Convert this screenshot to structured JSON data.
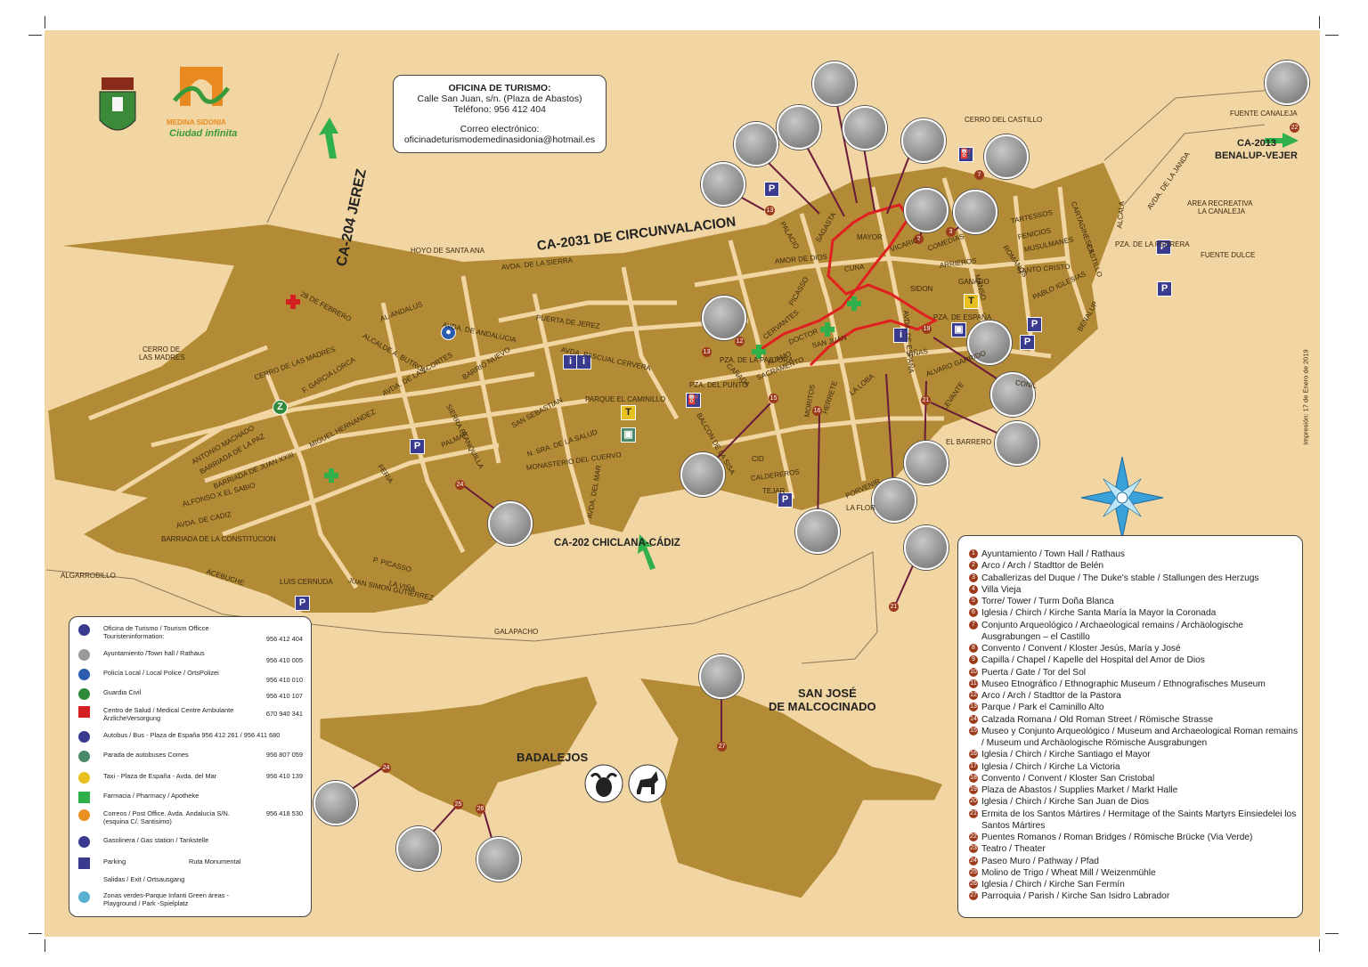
{
  "office": {
    "title": "OFICINA DE TURISMO:",
    "address": "Calle San Juan, s/n. (Plaza de Abastos)",
    "phone": "Teléfono: 956 412 404",
    "email_label": "Correo electrónico:",
    "email": "oficinadeturismodemedinasidonia@hotmail.es"
  },
  "logo": {
    "line1": "MEDINA SIDONIA",
    "line2": "Ciudad infinita"
  },
  "roads": {
    "jerez": "CA-204 JEREZ",
    "circunvalacion": "CA-2031 DE CIRCUNVALACION",
    "chiclana": "CA-202 CHICLANA-CÁDIZ",
    "benalup_code": "CA-2013",
    "benalup_name": "BENALUP-VEJER"
  },
  "areas": {
    "badalejos": "BADALEJOS",
    "san_jose_1": "SAN JOSÉ",
    "san_jose_2": "DE MALCOCINADO",
    "algarrobillo": "ALGARROBILLO",
    "galapacho": "GALAPACHO",
    "hoyo": "HOYO DE SANTA ANA",
    "cerro_madres_1": "CERRO DE",
    "cerro_madres_2": "LAS MADRES",
    "cerro_castillo": "CERRO DEL CASTILLO",
    "fuente_canaleja": "FUENTE CANALEJA",
    "area_rec_1": "AREA RECREATIVA",
    "area_rec_2": "LA CANALEJA",
    "fuente_dulce": "FUENTE DULCE",
    "el_barrero": "EL BARRERO",
    "parque": "PARQUE EL CAMINILLO",
    "pza_pedrera": "PZA. DE LA PEDRERA"
  },
  "streets": [
    "AVDA. DE LA SIERRA",
    "PUERTA DE JEREZ",
    "AVDA. PASCUAL CERVERA",
    "AVDA. DE ANDALUCIA",
    "AL-ANDALUS",
    "ALCALDE A. BUTRON",
    "AVDA. DE LAS CORTES",
    "CERRO DE LAS MADRES",
    "28 DE FEBRERO",
    "F. GARCIA LORCA",
    "ANTONIO MACHADO",
    "BARRIADA DE LA PAZ",
    "MIGUEL HERNANDEZ",
    "BARRIADA DE JUAN XXIII",
    "ALFONSO X EL SABIO",
    "AVDA. DE CADIZ",
    "BARRIADA DE LA CONSTITUCION",
    "ACEBUCHE",
    "LUIS CERNUDA",
    "JUAN SIMON GUTIERREZ",
    "P. PICASSO",
    "LA VIÑA",
    "BARRIO NUEVO",
    "SIERRA BLANQUILLA",
    "SAN SEBASTIAN",
    "N. SRA. DE LA SALUD",
    "MONASTERIO DEL CUERVO",
    "AVDA. DEL MAR",
    "PALMAR",
    "PZA. DEL PUNTO",
    "BALCON DE LA SISA",
    "SAN JUAN",
    "HERRETE",
    "LA LOBA",
    "AVDA. DE ESPAÑA",
    "VIÑAS",
    "ALVARO GARRIDO",
    "LEVANTE",
    "CONIL",
    "BENALUP",
    "SANTO CRISTO",
    "PABLO IGLESIAS",
    "TARTESSOS",
    "FENICIOS",
    "ROMANOS",
    "MUSULMANES",
    "ARRIEROS",
    "COMEDIAS",
    "SIDON",
    "MANSO",
    "GANADO",
    "CID",
    "CALDEREROS",
    "TEJAR",
    "PORVENIR",
    "LA FLOR",
    "CUNA",
    "CERVANTES",
    "SAGASTA",
    "AMOR DE DIOS",
    "PZA. DE LA PASTORA",
    "SACRAMENTO",
    "DOCTOR",
    "MORITOS",
    "ALAMO",
    "FERIA",
    "PALACIO",
    "CAÑADA",
    "AVDA. DE LA JANDA",
    "ALCALA",
    "CARTAGINESES",
    "CASTILLO",
    "PICASSO",
    "PZA. DE ESPAÑA",
    "MAYOR",
    "VICARIO"
  ],
  "sights": [
    {
      "n": "1",
      "t": "Ayuntamiento / Town Hall / Rathaus"
    },
    {
      "n": "2",
      "t": "Arco / Arch / Stadttor de Belén"
    },
    {
      "n": "3",
      "t": "Caballerizas del Duque / The Duke's stable / Stallungen des Herzugs"
    },
    {
      "n": "4",
      "t": "Villa Vieja"
    },
    {
      "n": "5",
      "t": "Torre/ Tower / Turm  Doña Blanca"
    },
    {
      "n": "6",
      "t": "Iglesia / Chirch / Kirche Santa María la Mayor la Coronada"
    },
    {
      "n": "7",
      "t": "Conjunto Arqueológico / Archaeological remains / Archäologische Ausgrabungen – el Castillo"
    },
    {
      "n": "8",
      "t": "Convento / Convent / Kloster Jesús, María y José"
    },
    {
      "n": "9",
      "t": "Capilla / Chapel / Kapelle del Hospital del Amor de Dios"
    },
    {
      "n": "10",
      "t": "Puerta / Gate / Tor del Sol"
    },
    {
      "n": "11",
      "t": "Museo Etnográfico / Ethnographic Museum / Ethnografisches Museum"
    },
    {
      "n": "12",
      "t": "Arco / Arch / Stadttor de la Pastora"
    },
    {
      "n": "13",
      "t": "Parque / Park el Caminillo Alto"
    },
    {
      "n": "14",
      "t": "Calzada Romana / Old Roman Street / Römische Strasse"
    },
    {
      "n": "15",
      "t": "Museo y Conjunto Arqueológico / Museum and Archaeological Roman remains / Museum und Archäologische Römische Ausgrabungen"
    },
    {
      "n": "16",
      "t": "Iglesia / Chirch / Kirche Santiago el Mayor"
    },
    {
      "n": "17",
      "t": "Iglesia / Chirch / Kirche La Victoria"
    },
    {
      "n": "18",
      "t": "Convento / Convent / Kloster San Cristobal"
    },
    {
      "n": "19",
      "t": "Plaza de Abastos / Supplies Market / Markt Halle"
    },
    {
      "n": "20",
      "t": "Iglesia / Chirch / Kirche San Juan de Dios"
    },
    {
      "n": "21",
      "t": "Ermita de los Santos Mártires / Hermitage of the Saints Martyrs Einsiedelei los Santos Mártires"
    },
    {
      "n": "22",
      "t": "Puentes Romanos / Roman Bridges / Römische Brücke (Via Verde)"
    },
    {
      "n": "23",
      "t": "Teatro / Theater"
    },
    {
      "n": "24",
      "t": "Paseo Muro / Pathway / Pfad"
    },
    {
      "n": "25",
      "t": "Molino de Trigo / Wheat Mill / Weizenmühle"
    },
    {
      "n": "26",
      "t": "Iglesia / Chirch / Kirche San Fermín"
    },
    {
      "n": "27",
      "t": "Parroquia / Parish / Kirche San Isidro Labrador"
    }
  ],
  "services": [
    {
      "icon": "tourism-office-icon",
      "color": "#3a3a8e",
      "text": "Oficina de Turismo / Tourism Officce Touristeninformation:",
      "tel": "956 412 404"
    },
    {
      "icon": "town-hall-icon",
      "color": "#9a9a9a",
      "text": "Ayuntamiento /Town hall / Rathaus",
      "tel": "956 410 005"
    },
    {
      "icon": "police-icon",
      "color": "#2a5db0",
      "text": "Policía Local / Local Police / OrtsPolizei",
      "tel": "956 410 010"
    },
    {
      "icon": "guardia-civil-icon",
      "color": "#2f8a3a",
      "text": "Guardia Civil",
      "tel": "956 410 107"
    },
    {
      "icon": "medical-cross-icon",
      "color": "#d42020",
      "text": "Centro de Salud / Medical Centre Ambulante ÄrzlicheVersorgung",
      "tel": "670 940 341"
    },
    {
      "icon": "bus-icon",
      "color": "#3a3a8e",
      "text": "Autobus / Bus - Plaza de España  956 412 261 / 956 411 680",
      "tel": ""
    },
    {
      "icon": "bus-stop-icon",
      "color": "#4a8a6a",
      "text": "Parada de autobuses Comes",
      "tel": "956 807 059"
    },
    {
      "icon": "taxi-icon",
      "color": "#e8c020",
      "text": "Taxi -  Plaza de España - Avda. del Mar",
      "tel": "956 410 139"
    },
    {
      "icon": "pharmacy-cross-icon",
      "color": "#2fb04a",
      "text": "Farmacia / Pharmacy / Apotheke",
      "tel": ""
    },
    {
      "icon": "post-office-icon",
      "color": "#e89020",
      "text": "Correos / Post Office. Avda. Andalucía S/N. (esquina C/. Santisimo)",
      "tel": "956 418 530"
    },
    {
      "icon": "gas-station-icon",
      "color": "#3a3a8e",
      "text": "Gasolinera / Gas station / Tankstelle",
      "tel": ""
    },
    {
      "icon": "parking-icon",
      "color": "#3a3a8e",
      "text": "Parking",
      "tel": ""
    },
    {
      "icon": "exit-arrow-icon",
      "color": "#2fb04a",
      "text": "Salidas / Exit / Ortsausgang",
      "tel": ""
    },
    {
      "icon": "green-area-icon",
      "color": "#5ab0d0",
      "text": "Zonas verdes-Parque Infanti Green áreas - Playground / Park -Spielplatz",
      "tel": ""
    }
  ],
  "route_label": "Ruta Monumental",
  "print_date": "Impresión: 17 de Enero de 2019",
  "colors": {
    "background": "#f1d5a2",
    "street_block": "#b38a35",
    "route": "#e02020",
    "leader": "#6a1a3a",
    "number_badge": "#9c3a1c"
  }
}
